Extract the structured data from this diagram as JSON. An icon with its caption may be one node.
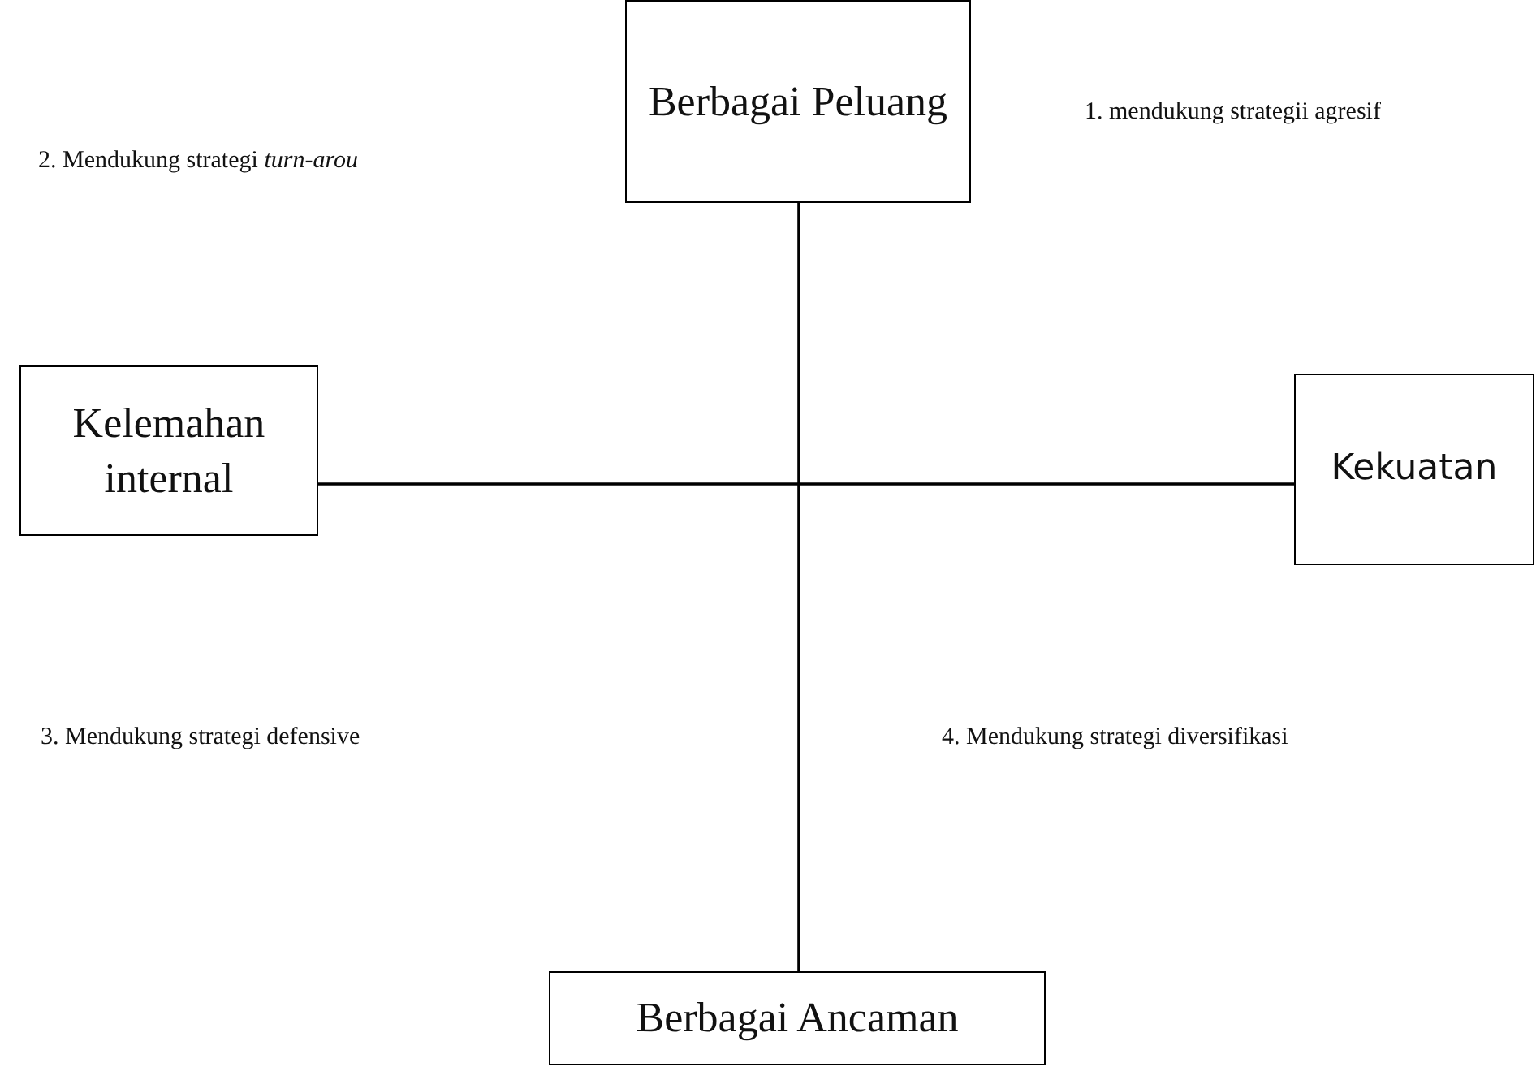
{
  "diagram": {
    "nodes": [
      {
        "text": [
          "Berbagai Peluang"
        ]
      },
      {
        "text": [
          "Kelemahan internal"
        ]
      },
      {
        "text": [
          "Kekuatan"
        ]
      },
      {
        "text": [
          "Berbagai Ancaman"
        ]
      }
    ],
    "edges": [
      {
        "from": 0,
        "to": 3,
        "arrow": "none"
      },
      {
        "from": 1,
        "to": 2,
        "arrow": "none"
      }
    ],
    "labels": [
      "1. mendukung strategii agresif",
      "2. Mendukung strategi *turn-arou*",
      "3. Mendukung strategi defensive",
      "4. Mendukung strategi diversifikasi"
    ]
  }
}
